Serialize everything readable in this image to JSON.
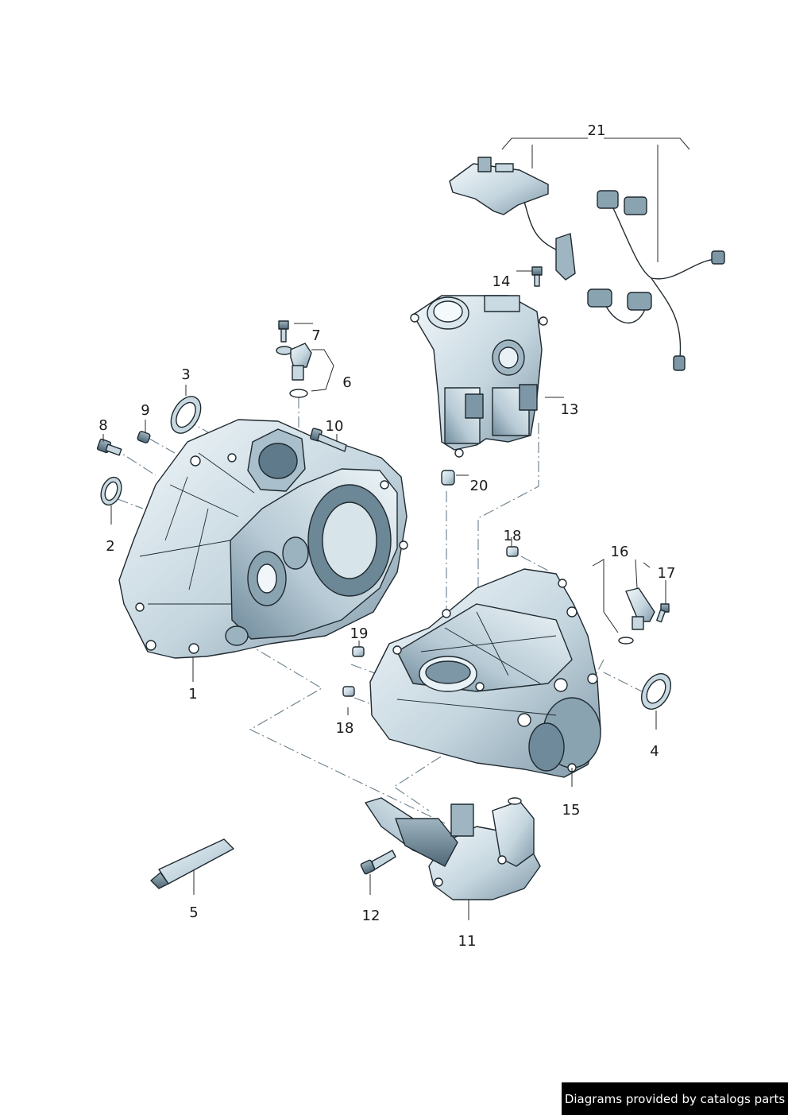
{
  "callouts": {
    "c1": "1",
    "c2": "2",
    "c3": "3",
    "c4": "4",
    "c5": "5",
    "c6": "6",
    "c7": "7",
    "c8": "8",
    "c9": "9",
    "c10": "10",
    "c11": "11",
    "c12": "12",
    "c13": "13",
    "c14": "14",
    "c15": "15",
    "c16": "16",
    "c17": "17",
    "c18a": "18",
    "c18b": "18",
    "c19": "19",
    "c20": "20",
    "c21": "21"
  },
  "watermark": {
    "text": "Diagrams provided by catalogs parts"
  },
  "colors": {
    "metal_light": "#e4eef3",
    "metal_mid": "#b9ccd7",
    "metal_dark": "#7d97a6",
    "outline": "#1f2a30"
  }
}
